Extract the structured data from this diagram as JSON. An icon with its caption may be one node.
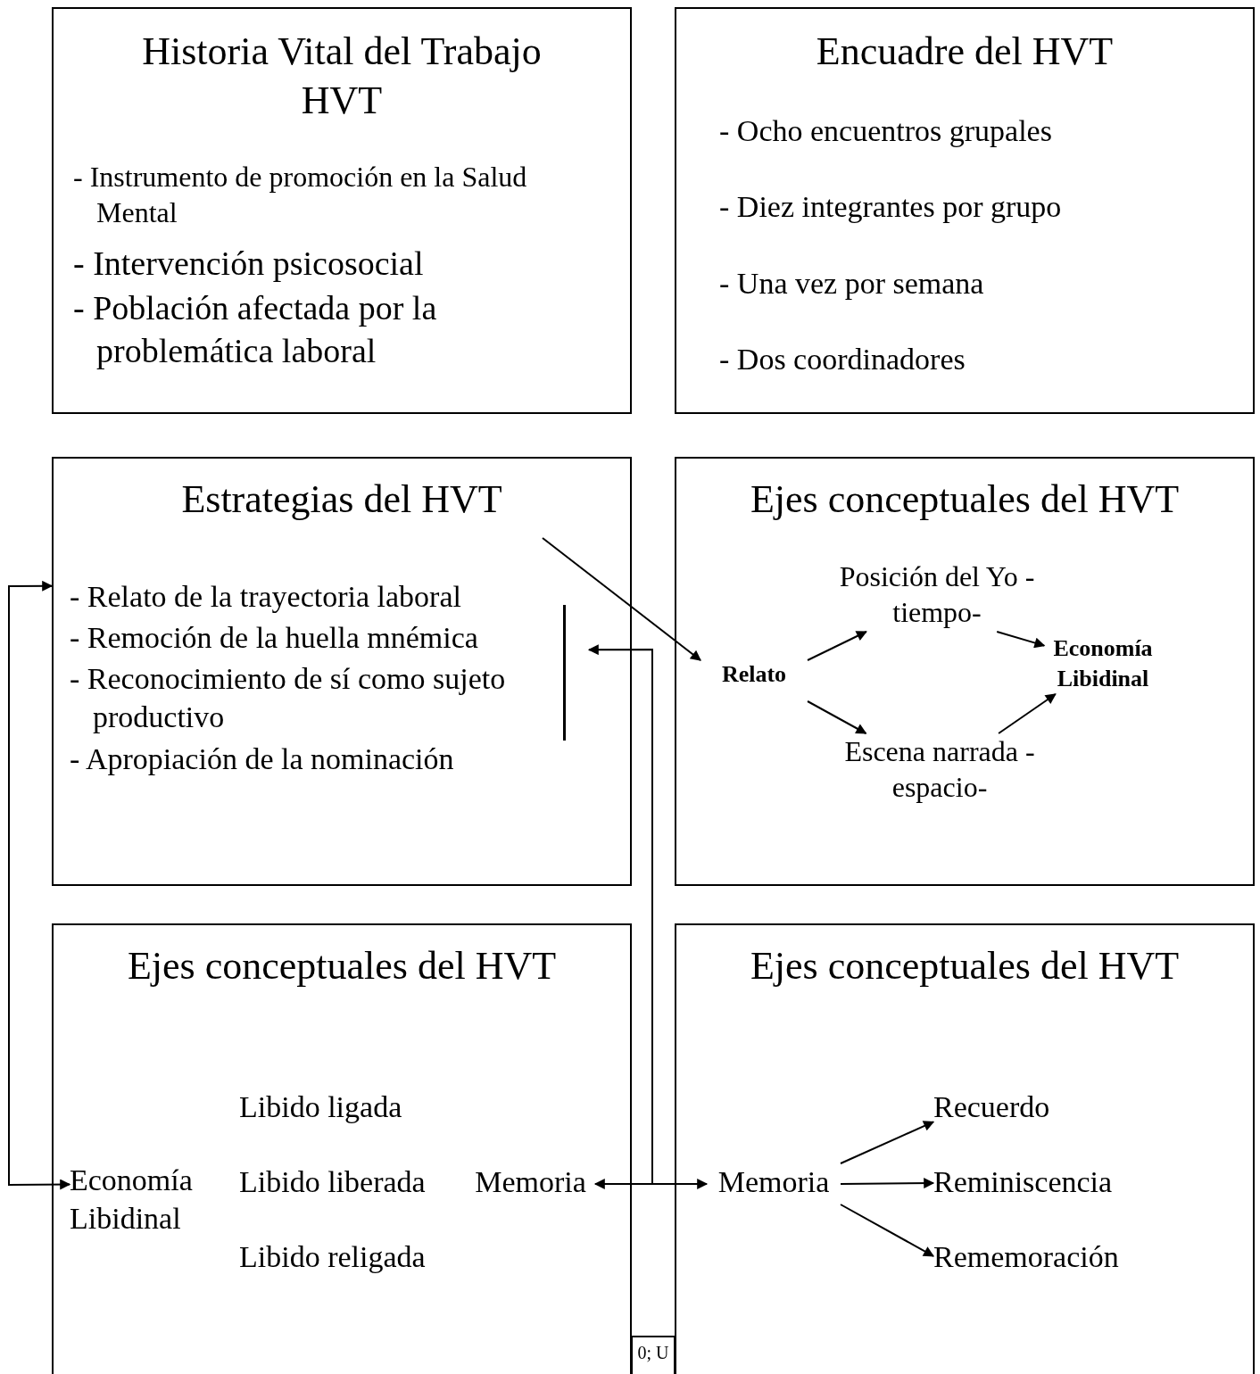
{
  "diagram": {
    "nodes": [
      {
        "text": [
          "Historia Vital del Trabajo HVT",
          "- Instrumento de promoción en la Salud Mental",
          "- Intervención psicosocial",
          "- Población afectada por la problemática laboral"
        ]
      },
      {
        "text": [
          "Encuadre del HVT",
          "- Ocho encuentros grupales",
          "- Diez integrantes por grupo",
          "- Una vez por semana",
          "- Dos coordinadores"
        ]
      },
      {
        "text": [
          "Estrategias del HVT",
          "- Relato de la trayectoria laboral",
          "- Remoción de la huella mnémica",
          "- Reconocimiento de sí como sujeto productivo",
          "- Apropiación de la nominación"
        ]
      },
      {
        "text": [
          "Ejes conceptuales del HVT"
        ]
      },
      {
        "text": [
          "Relato"
        ],
        "in": 3
      },
      {
        "text": [
          "Posición del Yo -tiempo-"
        ],
        "in": 3
      },
      {
        "text": [
          "Escena narrada -espacio-"
        ],
        "in": 3
      },
      {
        "text": [
          "Economía Libidinal"
        ],
        "in": 3
      },
      {
        "text": [
          "Ejes conceptuales del HVT"
        ]
      },
      {
        "text": [
          "Economía Libidinal"
        ],
        "in": 8
      },
      {
        "text": [
          "Memoria"
        ],
        "in": 8
      },
      {
        "text": [
          "Ejes conceptuales del HVT"
        ]
      },
      {
        "text": [
          "Memoria"
        ],
        "in": 11
      },
      {
        "text": [
          "Recuerdo"
        ],
        "in": 11
      },
      {
        "text": [
          "Reminiscencia"
        ],
        "in": 11
      },
      {
        "text": [
          "Rememoración"
        ],
        "in": 11
      },
      {
        "text": [],
        "shape": "bar",
        "in": 2
      },
      {
        "text": [
          "0; U"
        ]
      }
    ],
    "edges": [
      {
        "from": null,
        "to": 4,
        "arrow": "to"
      },
      {
        "from": 4,
        "to": 5,
        "arrow": "to"
      },
      {
        "from": 4,
        "to": 6,
        "arrow": "to"
      },
      {
        "from": 5,
        "to": 7,
        "arrow": "to"
      },
      {
        "from": 6,
        "to": 7,
        "arrow": "to"
      },
      {
        "from": 10,
        "to": 12,
        "arrow": "both"
      },
      {
        "from": 10,
        "to": 16,
        "arrow": "to"
      },
      {
        "from": 2,
        "to": 9,
        "arrow": "both"
      },
      {
        "from": 12,
        "to": 13,
        "arrow": "to"
      },
      {
        "from": 12,
        "to": 14,
        "arrow": "to"
      },
      {
        "from": 12,
        "to": 15,
        "arrow": "to"
      }
    ],
    "labels": [
      "Libido ligada",
      "Libido liberada",
      "Libido religada"
    ]
  }
}
